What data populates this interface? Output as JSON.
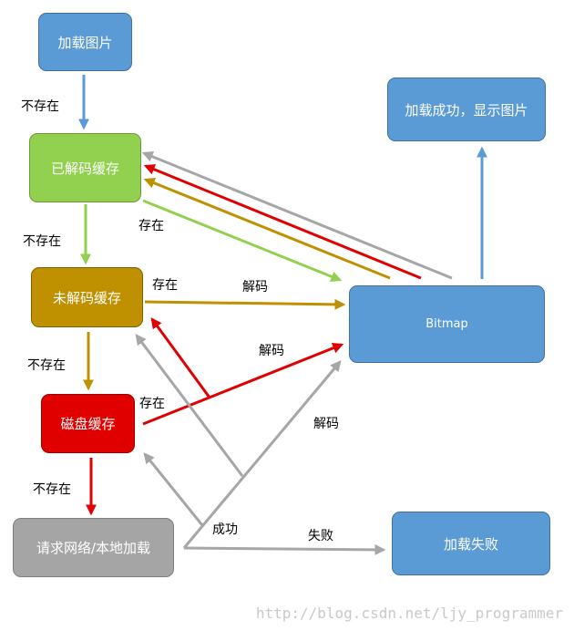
{
  "nodes": {
    "load_image": "加载图片",
    "decoded_cache": "已解码缓存",
    "undecoded_cache": "未解码缓存",
    "disk_cache": "磁盘缓存",
    "request_network": "请求网络/本地加载",
    "bitmap": "Bitmap",
    "load_success": "加载成功，显示图片",
    "load_failed": "加载失败"
  },
  "labels": {
    "not_exist_1": "不存在",
    "not_exist_2": "不存在",
    "not_exist_3": "不存在",
    "not_exist_4": "不存在",
    "exists_1": "存在",
    "exists_2": "存在",
    "exists_3": "存在",
    "decode_1": "解码",
    "decode_2": "解码",
    "decode_3": "解码",
    "success": "成功",
    "failure": "失败"
  },
  "watermark": "http://blog.csdn.net/ljy_programmer",
  "colors": {
    "blue_arrow": "#5b9bd5",
    "green_arrow": "#92d050",
    "gold_arrow": "#bf9000",
    "red_arrow": "#e00000",
    "gray_arrow": "#a6a6a6"
  }
}
